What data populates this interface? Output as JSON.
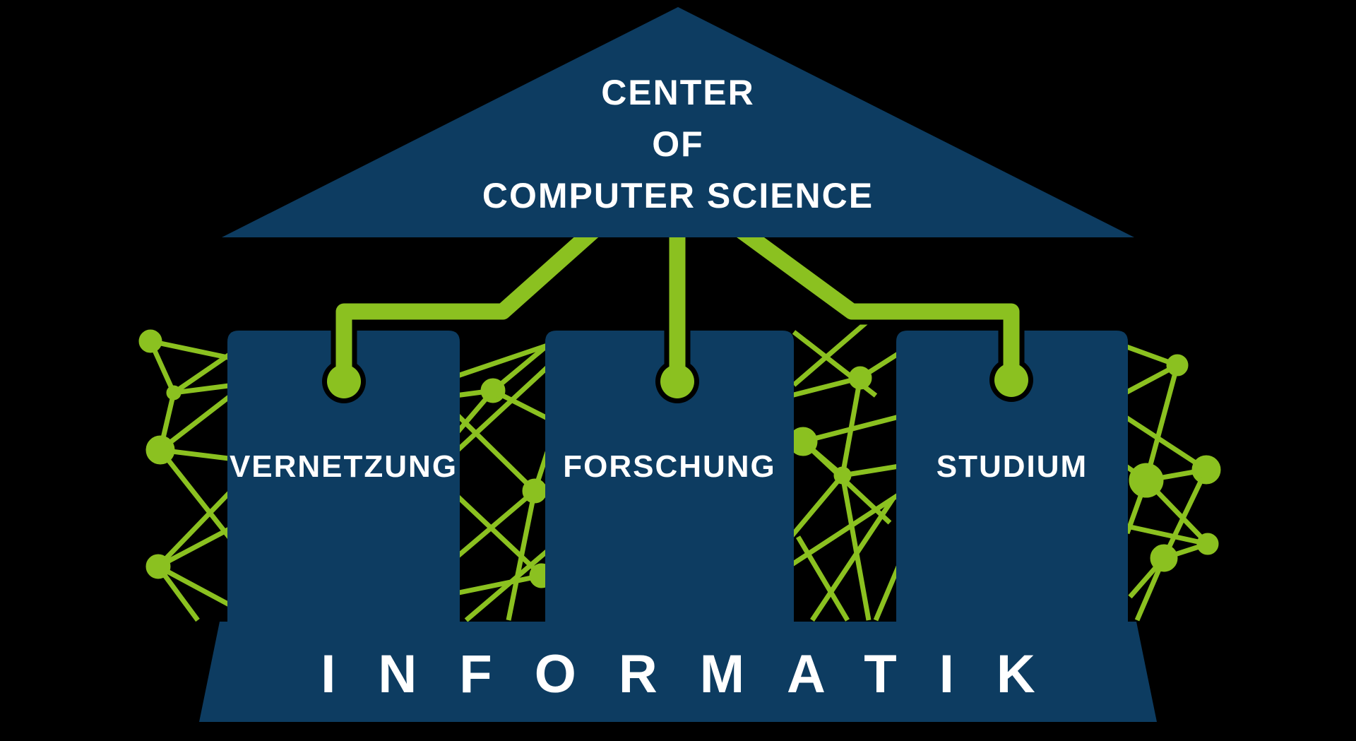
{
  "theme": {
    "background": "#000000",
    "navy": "#0d3c61",
    "green": "#8bc120",
    "text_white": "#ffffff"
  },
  "roof": {
    "line1": "CENTER",
    "line2": "OF",
    "line3": "COMPUTER SCIENCE"
  },
  "pillars": [
    {
      "label": "VERNETZUNG"
    },
    {
      "label": "FORSCHUNG"
    },
    {
      "label": "STUDIUM"
    }
  ],
  "base": {
    "label": "INFORMATIK"
  }
}
